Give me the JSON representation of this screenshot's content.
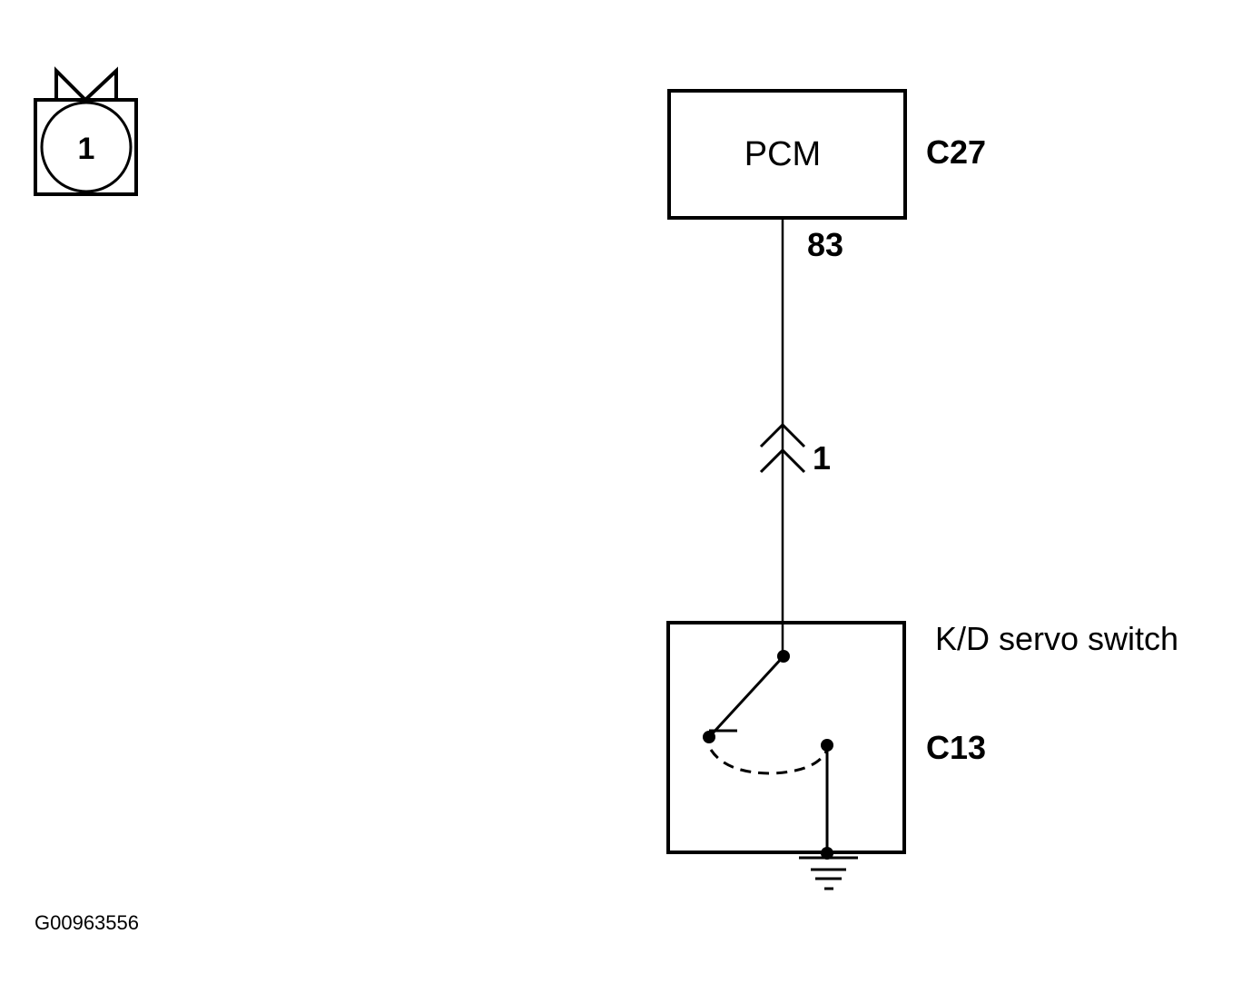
{
  "connector_icon": {
    "number": "1"
  },
  "pcm": {
    "label": "PCM",
    "connector": "C27",
    "pin": "83"
  },
  "inline_connector": {
    "pin": "1"
  },
  "switch": {
    "label": "K/D servo switch",
    "connector": "C13"
  },
  "figure_id": "G00963556",
  "colors": {
    "line": "#000000",
    "background": "#ffffff"
  }
}
